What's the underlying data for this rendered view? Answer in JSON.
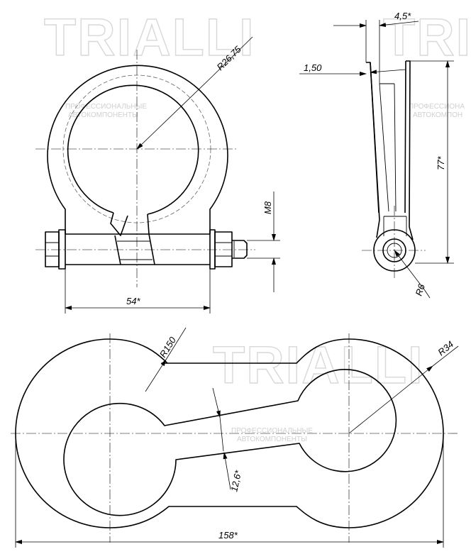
{
  "watermark": {
    "brand": "TRIALLI",
    "tagline_1": "ПРОФЕССИОНАЛЬНЫЕ",
    "tagline_2": "АВТОКОМПОНЕНТЫ",
    "tagline_1_clip_right": "ПРОФЕССИОНА",
    "tagline_2_clip_right": "АВТОКОМПОН"
  },
  "dimensions": {
    "clamp_radius": "R26,75",
    "thread": "M8",
    "clamp_width": "54*",
    "band_width": "4,5*",
    "band_thickness": "1,50",
    "clamp_height": "77*",
    "eye_radius": "R6",
    "outer_radius": "R34",
    "neck_radius": "R150",
    "slot_width": "12,6*",
    "blank_length": "158*"
  }
}
